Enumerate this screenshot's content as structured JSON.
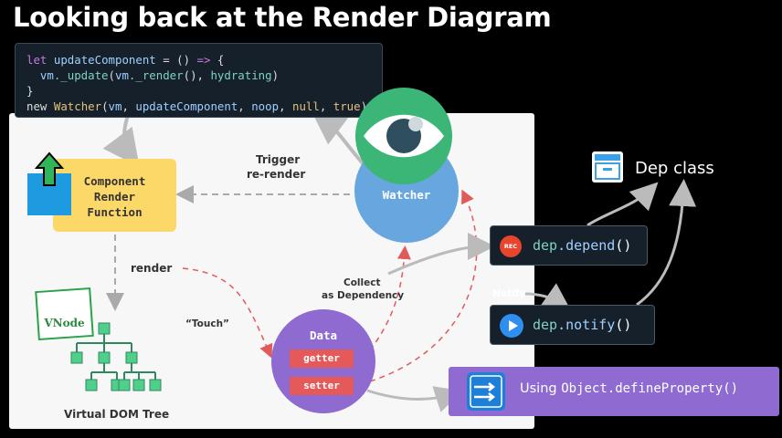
{
  "title": "Looking back at the Render Diagram",
  "code": {
    "line1": {
      "kw": "let",
      "name": "updateComponent",
      "eq": " = () ",
      "arrow": "=>",
      "brace": " {"
    },
    "line2": {
      "obj1": "vm",
      "m1": "._update",
      "p1": "(",
      "obj2": "vm",
      "m2": "._render",
      "p2": "(), ",
      "arg": "hydrating",
      "p3": ")"
    },
    "line3": "}",
    "line4": {
      "kw": "new",
      "cls": "Watcher",
      "p1": "(",
      "a1": "vm",
      "c1": ", ",
      "a2": "updateComponent",
      "c2": ", ",
      "a3": "noop",
      "c3": ", ",
      "a4": "null",
      "c4": ", ",
      "a5": "true",
      "p2": ")"
    }
  },
  "nodes": {
    "component_render": "Component\nRender\nFunction",
    "watcher": "Watcher",
    "data": "Data",
    "getter": "getter",
    "setter": "setter",
    "vnode": "VNode",
    "virtual_dom_tree": "Virtual DOM Tree"
  },
  "edge_labels": {
    "trigger_rerender_1": "Trigger",
    "trigger_rerender_2": "re-render",
    "render": "render",
    "touch": "“Touch”",
    "collect_1": "Collect",
    "collect_2": "as Dependency",
    "notify": "Notify"
  },
  "dep": {
    "class_label": "Dep class",
    "depend": {
      "obj": "dep",
      "method": ".depend",
      "parens": "()",
      "icon_text": "REC"
    },
    "notify": {
      "obj": "dep",
      "method": ".notify",
      "parens": "()"
    }
  },
  "object_define": {
    "prefix": "Using ",
    "code": "Object.defineProperty()"
  },
  "colors": {
    "background": "#000000",
    "panel": "#f7f7f7",
    "component_box": "#fcd869",
    "watcher": "#67a6df",
    "eye": "#3bb676",
    "data": "#8f6bd1",
    "accessor": "#e45a5a",
    "dep_obj": "#7fd1c6",
    "dep_method": "#9fd0ff"
  },
  "icons": {
    "eye": "eye-icon",
    "upload": "upload-arrow-icon",
    "rec": "record-icon",
    "play": "play-icon",
    "dep_class": "window-icon",
    "property": "property-arrows-icon",
    "tree": "tree-icon"
  }
}
